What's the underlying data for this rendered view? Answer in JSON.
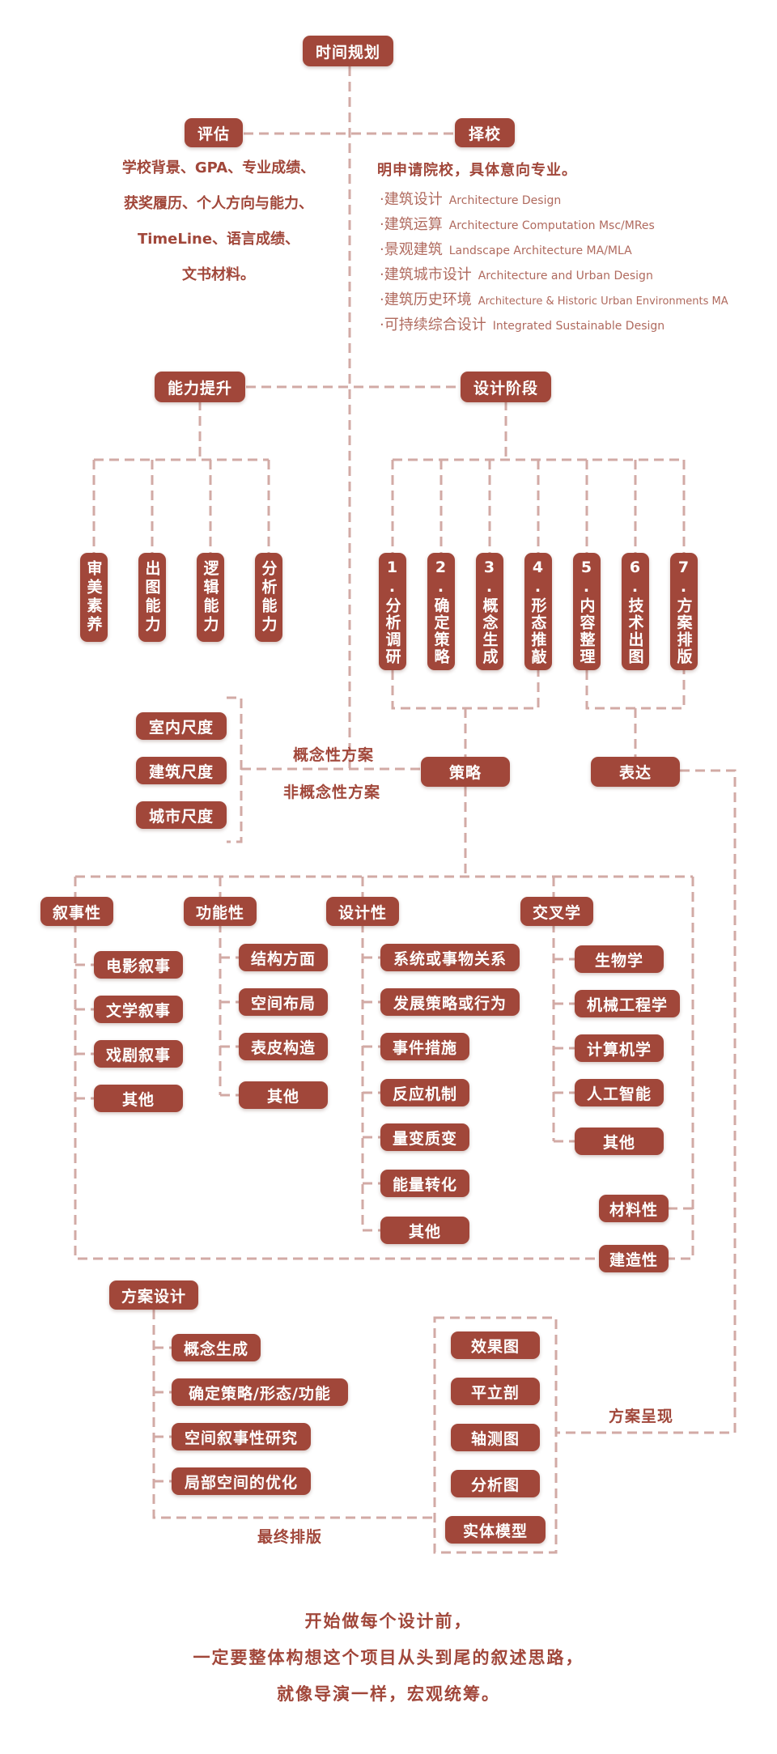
{
  "root": "时间规划",
  "eval": {
    "title": "评估",
    "lines": [
      "学校背景、GPA、专业成绩、",
      "获奖履历、个人方向与能力、",
      "TimeLine、语言成绩、",
      "文书材料。"
    ]
  },
  "school": {
    "title": "择校",
    "intro": "明申请院校，具体意向专业。",
    "majors": [
      {
        "cn": "·建筑设计",
        "en": "Architecture Design"
      },
      {
        "cn": "·建筑运算",
        "en": "Architecture Computation Msc/MRes"
      },
      {
        "cn": "·景观建筑",
        "en": "Landscape Architecture MA/MLA"
      },
      {
        "cn": "·建筑城市设计",
        "en": "Architecture and Urban Design"
      },
      {
        "cn": "·建筑历史环境",
        "en": "Architecture & Historic Urban Environments MA"
      },
      {
        "cn": "·可持续综合设计",
        "en": "Integrated Sustainable Design"
      }
    ]
  },
  "ability": {
    "title": "能力提升",
    "items": [
      "审美素养",
      "出图能力",
      "逻辑能力",
      "分析能力"
    ]
  },
  "design_stage": {
    "title": "设计阶段",
    "steps": [
      "1.分析调研",
      "2.确定策略",
      "3.概念生成",
      "4.形态推敲",
      "5.内容整理",
      "6.技术出图",
      "7.方案排版"
    ]
  },
  "scales": [
    "室内尺度",
    "建筑尺度",
    "城市尺度"
  ],
  "concept_label": "概念性方案",
  "nonconcept_label": "非概念性方案",
  "strategy": "策略",
  "express": "表达",
  "narrative": {
    "title": "叙事性",
    "items": [
      "电影叙事",
      "文学叙事",
      "戏剧叙事",
      "其他"
    ]
  },
  "function": {
    "title": "功能性",
    "items": [
      "结构方面",
      "空间布局",
      "表皮构造",
      "其他"
    ]
  },
  "designness": {
    "title": "设计性",
    "items": [
      "系统或事物关系",
      "发展策略或行为",
      "事件措施",
      "反应机制",
      "量变质变",
      "能量转化",
      "其他"
    ]
  },
  "cross": {
    "title": "交叉学",
    "items": [
      "生物学",
      "机械工程学",
      "计算机学",
      "人工智能",
      "其他"
    ]
  },
  "material": "材料性",
  "construct": "建造性",
  "scheme_design": {
    "title": "方案设计",
    "items": [
      "概念生成",
      "确定策略/形态/功能",
      "空间叙事性研究",
      "局部空间的优化"
    ]
  },
  "present": {
    "label": "方案呈现",
    "items": [
      "效果图",
      "平立剖",
      "轴测图",
      "分析图",
      "实体模型"
    ]
  },
  "final_layout": "最终排版",
  "closing": [
    "开始做每个设计前，",
    "一定要整体构想这个项目从头到尾的叙述思路，",
    "就像导演一样，宏观统筹。"
  ]
}
